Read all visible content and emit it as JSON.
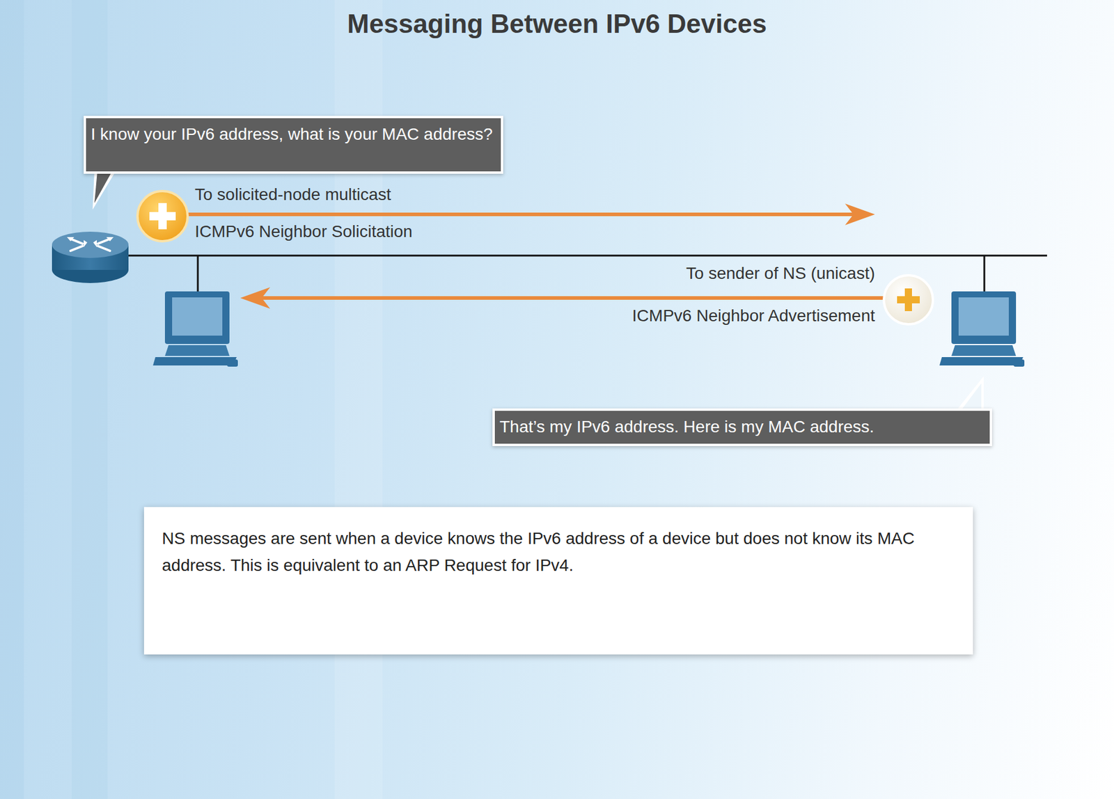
{
  "diagram": {
    "title": "Messaging Between IPv6 Devices",
    "nodes": [
      {
        "text": [
          "I know your IPv6 address, what is your MAC address?"
        ]
      },
      {
        "text": [
          "That’s my IPv6 address. Here is my MAC address."
        ]
      },
      {
        "text": [
          "NS messages are sent when a device knows the IPv6 address of a device but does not know its MAC address. This is equivalent to an ARP Request for IPv4."
        ]
      }
    ],
    "labels": [
      "To solicited-node multicast",
      "ICMPv6 Neighbor Solicitation",
      "To sender of NS (unicast)",
      "ICMPv6 Neighbor Advertisement"
    ]
  }
}
